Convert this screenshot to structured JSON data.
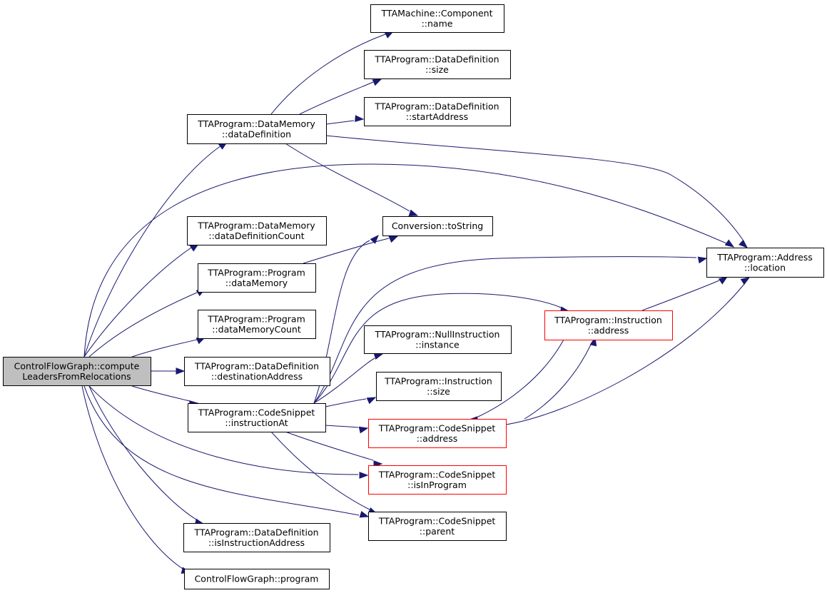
{
  "graph": {
    "colors": {
      "edge": "#191970",
      "root_fill": "#bfbfbf",
      "normal_border": "#000000",
      "incomplete_border": "#ff0000",
      "background": "#ffffff"
    },
    "nodes": [
      {
        "id": "n_root",
        "lines": [
          "ControlFlowGraph::compute",
          "LeadersFromRelocations"
        ],
        "kind": "root"
      },
      {
        "id": "n_dd",
        "lines": [
          "TTAProgram::DataMemory",
          "::dataDefinition"
        ],
        "kind": "normal"
      },
      {
        "id": "n_ddc",
        "lines": [
          "TTAProgram::DataMemory",
          "::dataDefinitionCount"
        ],
        "kind": "normal"
      },
      {
        "id": "n_pdm",
        "lines": [
          "TTAProgram::Program",
          "::dataMemory"
        ],
        "kind": "normal"
      },
      {
        "id": "n_pdmc",
        "lines": [
          "TTAProgram::Program",
          "::dataMemoryCount"
        ],
        "kind": "normal"
      },
      {
        "id": "n_dest",
        "lines": [
          "TTAProgram::DataDefinition",
          "::destinationAddress"
        ],
        "kind": "normal"
      },
      {
        "id": "n_ia",
        "lines": [
          "TTAProgram::CodeSnippet",
          "::instructionAt"
        ],
        "kind": "normal"
      },
      {
        "id": "n_isia",
        "lines": [
          "TTAProgram::DataDefinition",
          "::isInstructionAddress"
        ],
        "kind": "normal"
      },
      {
        "id": "n_prog",
        "lines": [
          "ControlFlowGraph::program"
        ],
        "kind": "normal"
      },
      {
        "id": "n_comp",
        "lines": [
          "TTAMachine::Component",
          "::name"
        ],
        "kind": "normal"
      },
      {
        "id": "n_size",
        "lines": [
          "TTAProgram::DataDefinition",
          "::size"
        ],
        "kind": "normal"
      },
      {
        "id": "n_start",
        "lines": [
          "TTAProgram::DataDefinition",
          "::startAddress"
        ],
        "kind": "normal"
      },
      {
        "id": "n_tostr",
        "lines": [
          "Conversion::toString"
        ],
        "kind": "normal"
      },
      {
        "id": "n_null",
        "lines": [
          "TTAProgram::NullInstruction",
          "::instance"
        ],
        "kind": "normal"
      },
      {
        "id": "n_isize",
        "lines": [
          "TTAProgram::Instruction",
          "::size"
        ],
        "kind": "normal"
      },
      {
        "id": "n_csaddr",
        "lines": [
          "TTAProgram::CodeSnippet",
          "::address"
        ],
        "kind": "incomplete"
      },
      {
        "id": "n_inprog",
        "lines": [
          "TTAProgram::CodeSnippet",
          "::isInProgram"
        ],
        "kind": "incomplete"
      },
      {
        "id": "n_parent",
        "lines": [
          "TTAProgram::CodeSnippet",
          "::parent"
        ],
        "kind": "normal"
      },
      {
        "id": "n_iaddr",
        "lines": [
          "TTAProgram::Instruction",
          "::address"
        ],
        "kind": "incomplete"
      },
      {
        "id": "n_loc",
        "lines": [
          "TTAProgram::Address",
          "::location"
        ],
        "kind": "normal"
      }
    ],
    "edges": [
      {
        "from": "n_root",
        "to": "n_dd"
      },
      {
        "from": "n_root",
        "to": "n_ddc"
      },
      {
        "from": "n_root",
        "to": "n_pdm"
      },
      {
        "from": "n_root",
        "to": "n_pdmc"
      },
      {
        "from": "n_root",
        "to": "n_dest"
      },
      {
        "from": "n_root",
        "to": "n_ia"
      },
      {
        "from": "n_root",
        "to": "n_isia"
      },
      {
        "from": "n_root",
        "to": "n_prog"
      },
      {
        "from": "n_root",
        "to": "n_inprog"
      },
      {
        "from": "n_root",
        "to": "n_parent"
      },
      {
        "from": "n_root",
        "to": "n_loc"
      },
      {
        "from": "n_dd",
        "to": "n_comp"
      },
      {
        "from": "n_dd",
        "to": "n_size"
      },
      {
        "from": "n_dd",
        "to": "n_start"
      },
      {
        "from": "n_dd",
        "to": "n_tostr"
      },
      {
        "from": "n_dd",
        "to": "n_loc"
      },
      {
        "from": "n_pdm",
        "to": "n_tostr"
      },
      {
        "from": "n_ia",
        "to": "n_tostr"
      },
      {
        "from": "n_ia",
        "to": "n_loc"
      },
      {
        "from": "n_ia",
        "to": "n_iaddr"
      },
      {
        "from": "n_ia",
        "to": "n_null"
      },
      {
        "from": "n_ia",
        "to": "n_isize"
      },
      {
        "from": "n_ia",
        "to": "n_csaddr"
      },
      {
        "from": "n_ia",
        "to": "n_inprog"
      },
      {
        "from": "n_ia",
        "to": "n_parent"
      },
      {
        "from": "n_iaddr",
        "to": "n_loc"
      },
      {
        "from": "n_iaddr",
        "to": "n_csaddr"
      },
      {
        "from": "n_csaddr",
        "to": "n_iaddr"
      },
      {
        "from": "n_csaddr",
        "to": "n_loc"
      }
    ]
  }
}
